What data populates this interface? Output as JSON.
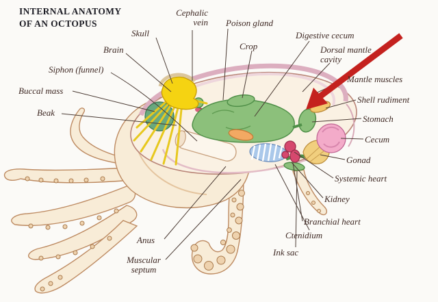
{
  "title": {
    "line1": "INTERNAL ANATOMY",
    "line2": "OF AN OCTOPUS"
  },
  "labels": {
    "cephalic_vein": "Cephalic\nvein",
    "poison_gland": "Poison gland",
    "skull": "Skull",
    "digestive_cecum": "Digestive cecum",
    "crop": "Crop",
    "brain": "Brain",
    "dorsal_mantle_cavity": "Dorsal mantle\ncavity",
    "siphon": "Siphon (funnel)",
    "mantle_muscles": "Mantle muscles",
    "buccal_mass": "Buccal mass",
    "shell_rudiment": "Shell rudiment",
    "beak": "Beak",
    "stomach": "Stomach",
    "cecum": "Cecum",
    "gonad": "Gonad",
    "systemic_heart": "Systemic heart",
    "kidney": "Kidney",
    "branchial_heart": "Branchial heart",
    "ctenidium": "Ctenidium",
    "ink_sac": "Ink sac",
    "anus": "Anus",
    "muscular_septum": "Muscular\nseptum"
  },
  "colors": {
    "background": "#fbfaf7",
    "title_text": "#1c1c24",
    "label_text": "#3e2823",
    "leader_line": "#4a3a33",
    "arrow_red": "#c4211e",
    "octopus_body": "#f8ecd7",
    "octopus_outline": "#bd8a61",
    "sucker_fill": "#eed2ae",
    "mantle_fill": "#faf1e3",
    "mantle_outline": "#b98578",
    "mantle_rim_pink": "#dcaebf",
    "digestive_gland_green": "#8cc07b",
    "digestive_gland_outline": "#4f8f48",
    "buccal_mass_green": "#69a87e",
    "brain_yellow": "#f5d312",
    "nerve_yellow": "#e7c81e",
    "esophagus_red": "#d85f7d",
    "ink_sac_orange": "#f2a963",
    "gill_blue": "#aac8ea",
    "heart_crimson": "#d6486e",
    "gonad_tan": "#f1cf7e",
    "cecum_pink": "#f3abc9",
    "shell_rudiment_gold": "#f3c86e"
  }
}
